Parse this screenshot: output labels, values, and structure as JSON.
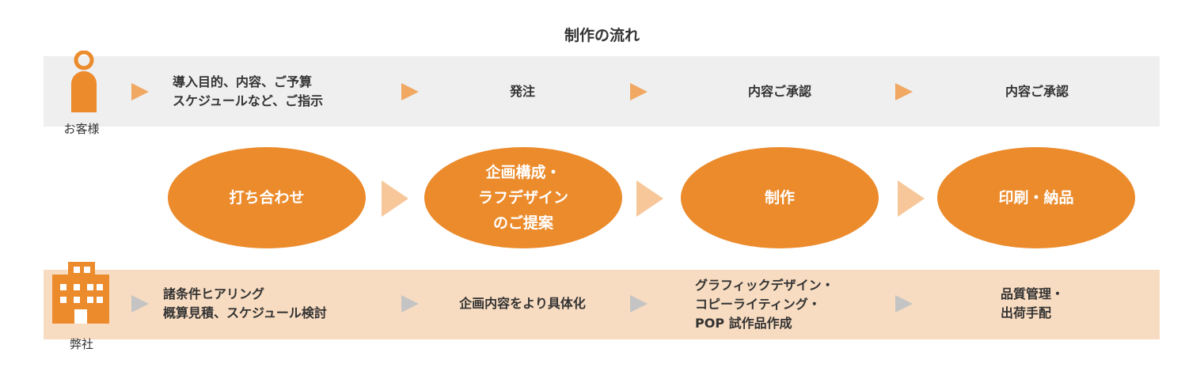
{
  "title": "制作の流れ",
  "colors": {
    "accent": "#eb8b2c",
    "top_band": "#efefef",
    "bottom_band": "#f8dcc1",
    "arrow_top": "#f0a862",
    "arrow_mid": "#f7c79a",
    "arrow_bottom": "#c4c4c4"
  },
  "customer": {
    "icon": "person-icon",
    "label": "お客様",
    "steps": [
      "導入目的、内容、ご予算\nスケジュールなど、ご指示",
      "発注",
      "内容ご承認",
      "内容ご承認"
    ]
  },
  "process": {
    "steps": [
      "打ち合わせ",
      "企画構成・\nラフデザイン\nのご提案",
      "制作",
      "印刷・納品"
    ]
  },
  "company": {
    "icon": "building-icon",
    "label": "弊社",
    "steps": [
      "諸条件ヒアリング\n概算見積、スケジュール検討",
      "企画内容をより具体化",
      "グラフィックデザイン・\nコピーライティング・\nPOP 試作品作成",
      "品質管理・\n出荷手配"
    ]
  }
}
